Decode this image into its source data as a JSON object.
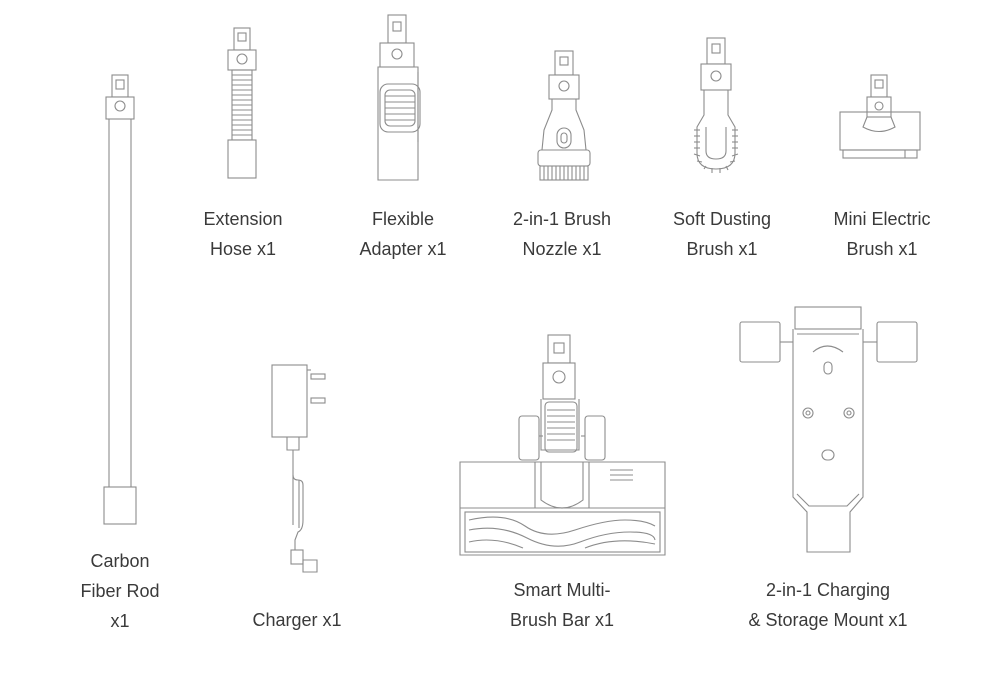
{
  "accessories": [
    {
      "id": "carbon-fiber-rod",
      "icon": "carbon-fiber-rod-icon",
      "lines": [
        "Carbon",
        "Fiber Rod",
        "x1"
      ]
    },
    {
      "id": "extension-hose",
      "icon": "extension-hose-icon",
      "lines": [
        "Extension",
        "Hose x1"
      ]
    },
    {
      "id": "flexible-adapter",
      "icon": "flexible-adapter-icon",
      "lines": [
        "Flexible",
        "Adapter x1"
      ]
    },
    {
      "id": "brush-nozzle",
      "icon": "brush-nozzle-icon",
      "lines": [
        "2-in-1 Brush",
        "Nozzle x1"
      ]
    },
    {
      "id": "soft-dusting-brush",
      "icon": "soft-dusting-brush-icon",
      "lines": [
        "Soft Dusting",
        "Brush x1"
      ]
    },
    {
      "id": "mini-electric-brush",
      "icon": "mini-electric-brush-icon",
      "lines": [
        "Mini Electric",
        "Brush x1"
      ]
    },
    {
      "id": "charger",
      "icon": "charger-icon",
      "lines": [
        "Charger x1"
      ]
    },
    {
      "id": "smart-brush-bar",
      "icon": "smart-brush-bar-icon",
      "lines": [
        "Smart Multi-",
        "Brush Bar x1"
      ]
    },
    {
      "id": "charging-mount",
      "icon": "charging-mount-icon",
      "lines": [
        "2-in-1 Charging",
        "& Storage Mount x1"
      ]
    }
  ],
  "colors": {
    "line": "#8c8c8c",
    "text": "#3a3a3a",
    "background": "#ffffff"
  }
}
